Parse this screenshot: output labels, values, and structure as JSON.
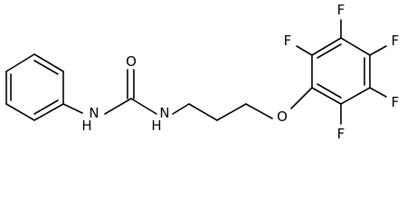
{
  "structure": {
    "atoms": {
      "carbonyl_oxygen": "O",
      "nh_left": "N",
      "nh_left_h": "H",
      "nh_right": "N",
      "nh_right_h": "H",
      "ether_oxygen": "O",
      "fluorine_1": "F",
      "fluorine_2": "F",
      "fluorine_3": "F",
      "fluorine_4": "F",
      "fluorine_5": "F"
    }
  }
}
